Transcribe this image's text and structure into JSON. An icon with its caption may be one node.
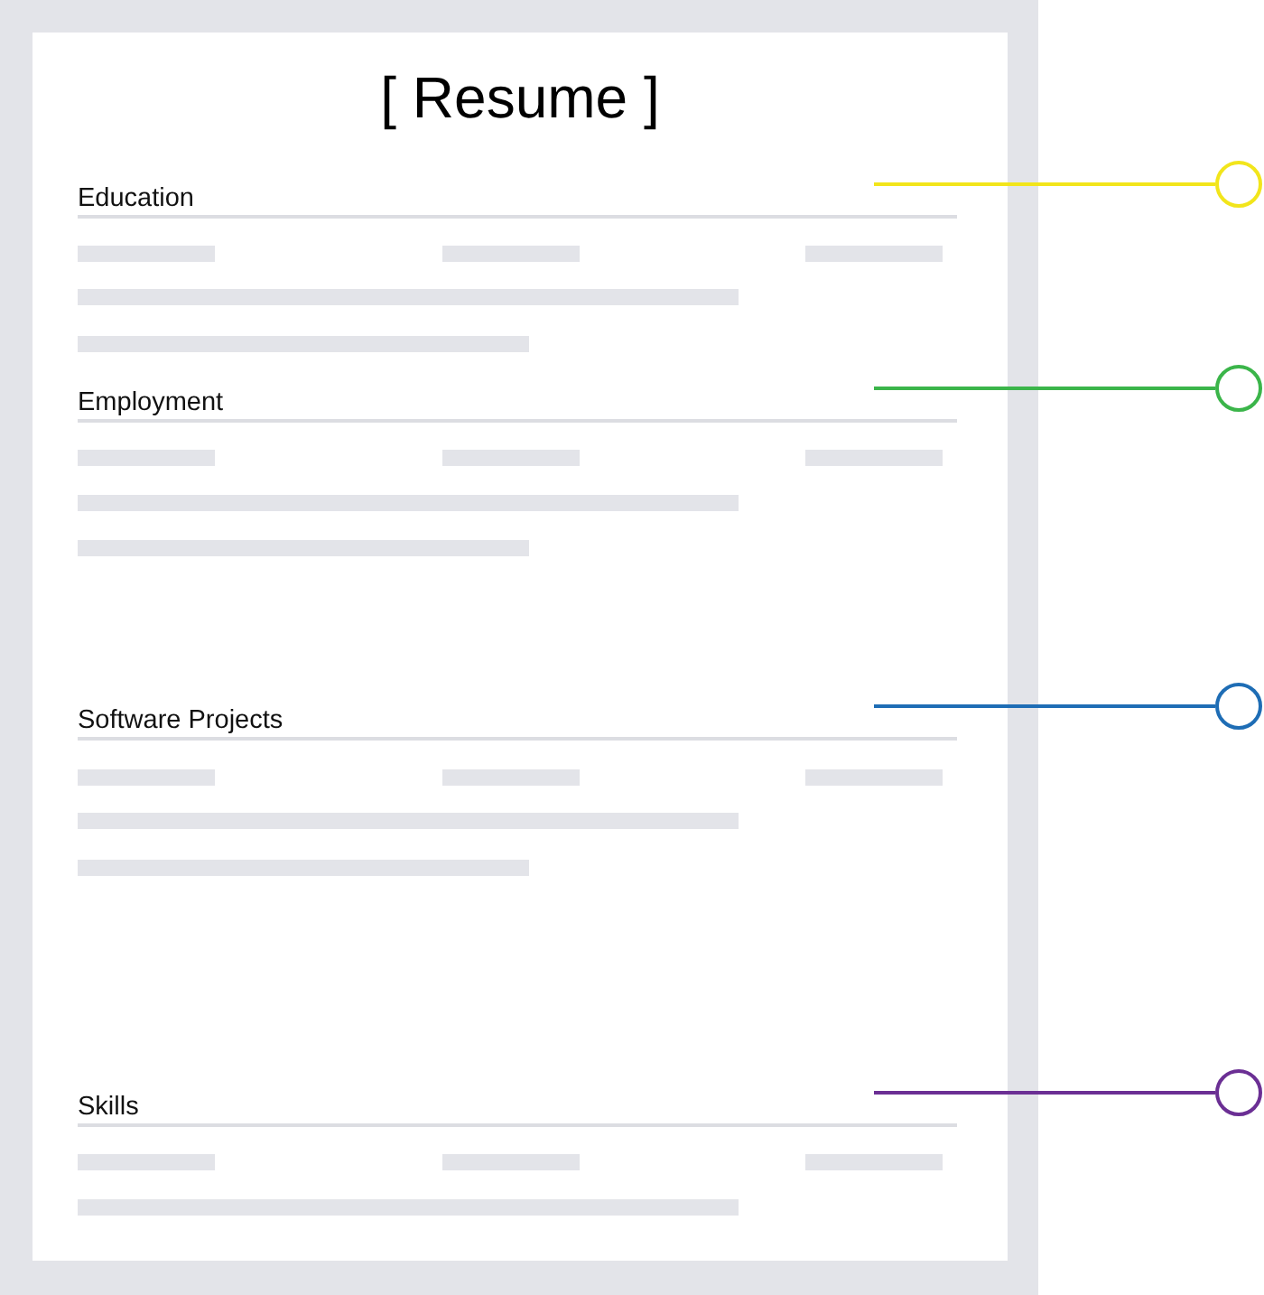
{
  "diagram": {
    "nodes": [
      {
        "text": [
          "[ Resume ]"
        ]
      },
      {
        "text": [
          "Education"
        ],
        "in": 0
      },
      {
        "text": [
          "Employment"
        ],
        "in": 0
      },
      {
        "text": [
          "Software Projects"
        ],
        "in": 0
      },
      {
        "text": [
          "Skills"
        ],
        "in": 0
      },
      {
        "text": [],
        "shape": "circle"
      },
      {
        "text": [],
        "shape": "circle"
      },
      {
        "text": [],
        "shape": "circle"
      },
      {
        "text": [],
        "shape": "circle"
      }
    ],
    "edges": [
      {
        "from": 5,
        "to": 1,
        "arrow": "none",
        "color": "#f2e51b"
      },
      {
        "from": 6,
        "to": 2,
        "arrow": "none",
        "color": "#3bb54a"
      },
      {
        "from": 7,
        "to": 3,
        "arrow": "none",
        "color": "#1e6db5"
      },
      {
        "from": 8,
        "to": 4,
        "arrow": "none",
        "color": "#6b2f94"
      }
    ]
  }
}
